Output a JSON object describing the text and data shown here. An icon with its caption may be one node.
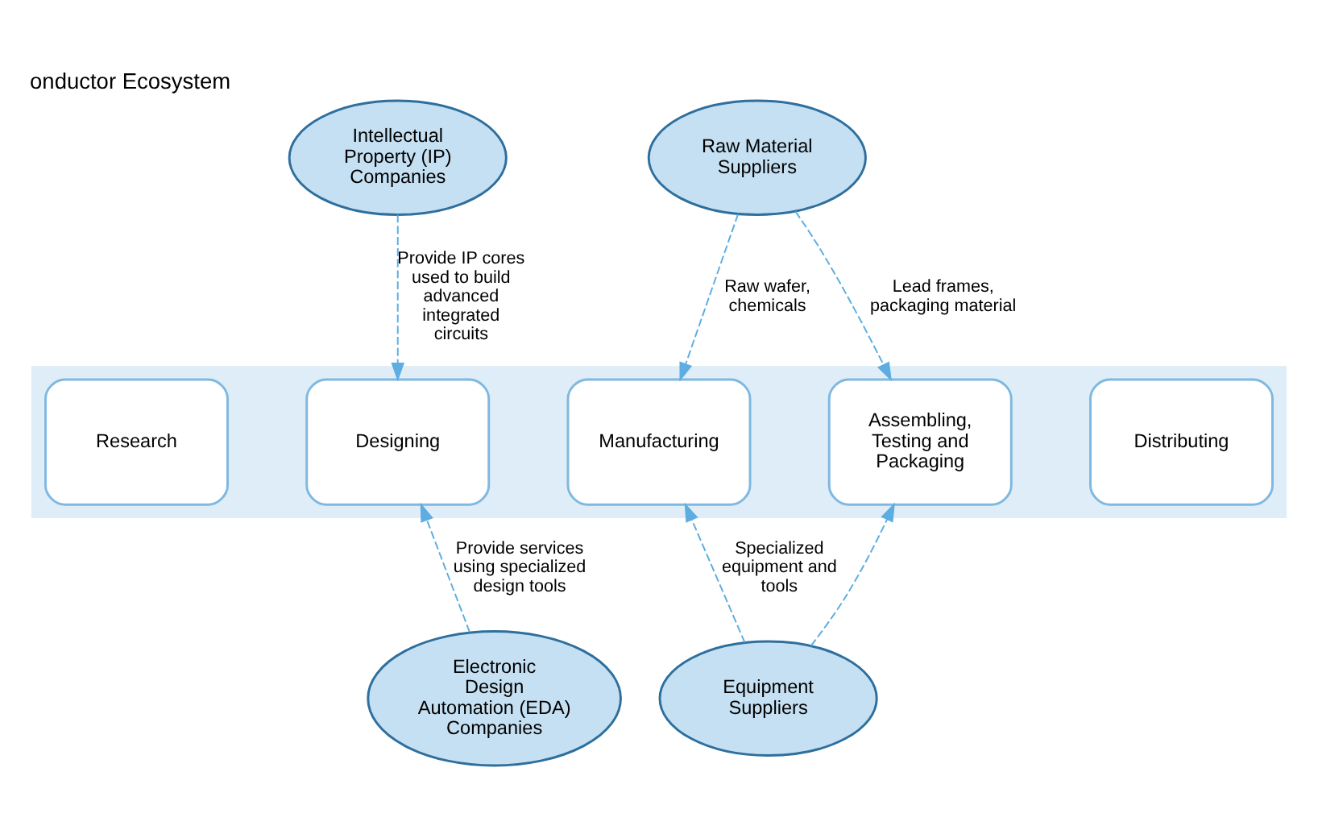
{
  "diagram": {
    "title": "onductor Ecosystem",
    "nodes": [
      {
        "text": [],
        "shape": "arrow"
      },
      {
        "text": [
          "Research"
        ],
        "in": 0
      },
      {
        "text": [
          "Designing"
        ],
        "in": 0
      },
      {
        "text": [
          "Manufacturing"
        ],
        "in": 0
      },
      {
        "text": [
          "Assembling, Testing and Packaging"
        ],
        "in": 0
      },
      {
        "text": [
          "Distributing"
        ],
        "in": 0
      },
      {
        "text": [
          "Intellectual Property (IP) Companies"
        ]
      },
      {
        "text": [
          "Raw Material Suppliers"
        ]
      },
      {
        "text": [
          "Electronic Design Automation (EDA) Companies"
        ]
      },
      {
        "text": [
          "Equipment Suppliers"
        ]
      }
    ],
    "edges": [
      {
        "from": 6,
        "to": 2,
        "arrow": "to",
        "style": "dashed",
        "label": "Provide IP cores used to build advanced integrated circuits"
      },
      {
        "from": 7,
        "to": 3,
        "arrow": "to",
        "style": "dashed",
        "label": "Raw wafer, chemicals"
      },
      {
        "from": 7,
        "to": 4,
        "arrow": "to",
        "style": "dashed",
        "label": "Lead frames, packaging material"
      },
      {
        "from": 8,
        "to": 2,
        "arrow": "to",
        "style": "dashed",
        "label": "Provide services using specialized design tools"
      },
      {
        "from": 9,
        "to": 3,
        "arrow": "to",
        "style": "dashed",
        "label": "Specialized equipment and tools"
      },
      {
        "from": 9,
        "to": 4,
        "arrow": "to",
        "style": "dashed"
      }
    ]
  }
}
